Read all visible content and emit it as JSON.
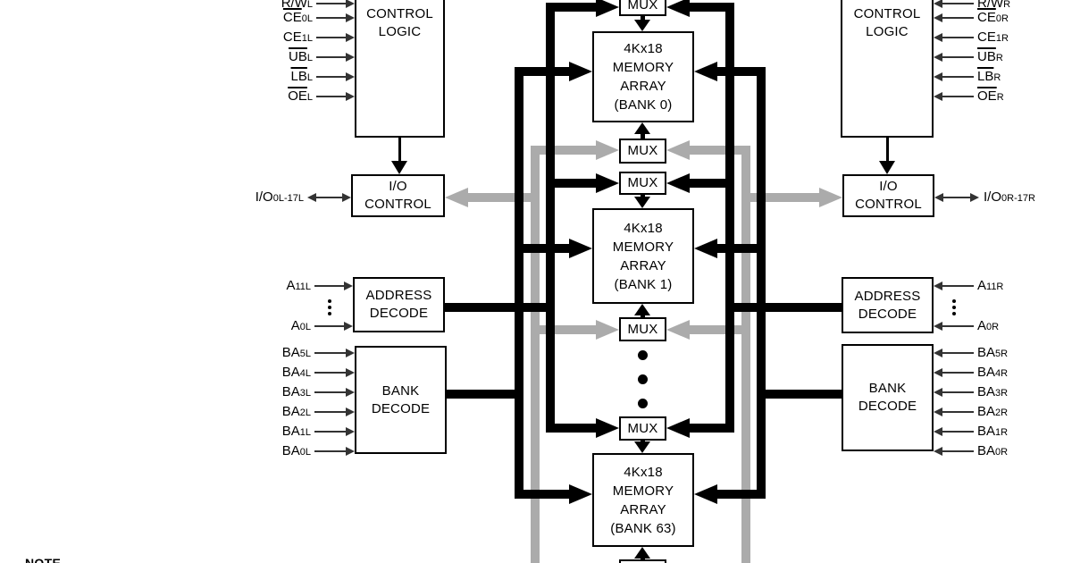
{
  "note_label": "NOTE",
  "mux_label": "MUX",
  "memory_array_lines": [
    "4Kx18",
    "MEMORY",
    "ARRAY"
  ],
  "bank_labels": [
    "(BANK 0)",
    "(BANK 1)",
    "(BANK 63)"
  ],
  "colors": {
    "bus_black": "#000000",
    "bus_gray": "#ababab",
    "thin_line": "#333333",
    "box_border": "#000000",
    "text": "#000000"
  },
  "left": {
    "control_logic_label": [
      "CONTROL",
      "LOGIC"
    ],
    "io_control_label": [
      "I/O",
      "CONTROL"
    ],
    "address_decode_label": [
      "ADDRESS",
      "DECODE"
    ],
    "bank_decode_label": [
      "BANK",
      "DECODE"
    ],
    "control_signals": [
      {
        "pre": "R/",
        "over": "W",
        "sub": "L"
      },
      {
        "over": "CE",
        "sub": "0L"
      },
      {
        "pre": "CE",
        "sub": "1L"
      },
      {
        "over": "UB",
        "sub": "L"
      },
      {
        "over": "LB",
        "sub": "L"
      },
      {
        "over": "OE",
        "sub": "L"
      }
    ],
    "io_signal": {
      "pre": "I/O",
      "sub": "0L-17L"
    },
    "address_signals": [
      {
        "pre": "A",
        "sub": "11L"
      },
      {
        "pre": "A",
        "sub": "0L"
      }
    ],
    "bank_signals": [
      {
        "pre": "BA",
        "sub": "5L"
      },
      {
        "pre": "BA",
        "sub": "4L"
      },
      {
        "pre": "BA",
        "sub": "3L"
      },
      {
        "pre": "BA",
        "sub": "2L"
      },
      {
        "pre": "BA",
        "sub": "1L"
      },
      {
        "pre": "BA",
        "sub": "0L"
      }
    ]
  },
  "right": {
    "control_logic_label": [
      "CONTROL",
      "LOGIC"
    ],
    "io_control_label": [
      "I/O",
      "CONTROL"
    ],
    "address_decode_label": [
      "ADDRESS",
      "DECODE"
    ],
    "bank_decode_label": [
      "BANK",
      "DECODE"
    ],
    "control_signals": [
      {
        "pre": "R/",
        "over": "W",
        "sub": "R"
      },
      {
        "over": "CE",
        "sub": "0R"
      },
      {
        "pre": "CE",
        "sub": "1R"
      },
      {
        "over": "UB",
        "sub": "R"
      },
      {
        "over": "LB",
        "sub": "R"
      },
      {
        "over": "OE",
        "sub": "R"
      }
    ],
    "io_signal": {
      "pre": "I/O",
      "sub": "0R-17R"
    },
    "address_signals": [
      {
        "pre": "A",
        "sub": "11R"
      },
      {
        "pre": "A",
        "sub": "0R"
      }
    ],
    "bank_signals": [
      {
        "pre": "BA",
        "sub": "5R"
      },
      {
        "pre": "BA",
        "sub": "4R"
      },
      {
        "pre": "BA",
        "sub": "3R"
      },
      {
        "pre": "BA",
        "sub": "2R"
      },
      {
        "pre": "BA",
        "sub": "1R"
      },
      {
        "pre": "BA",
        "sub": "0R"
      }
    ]
  }
}
